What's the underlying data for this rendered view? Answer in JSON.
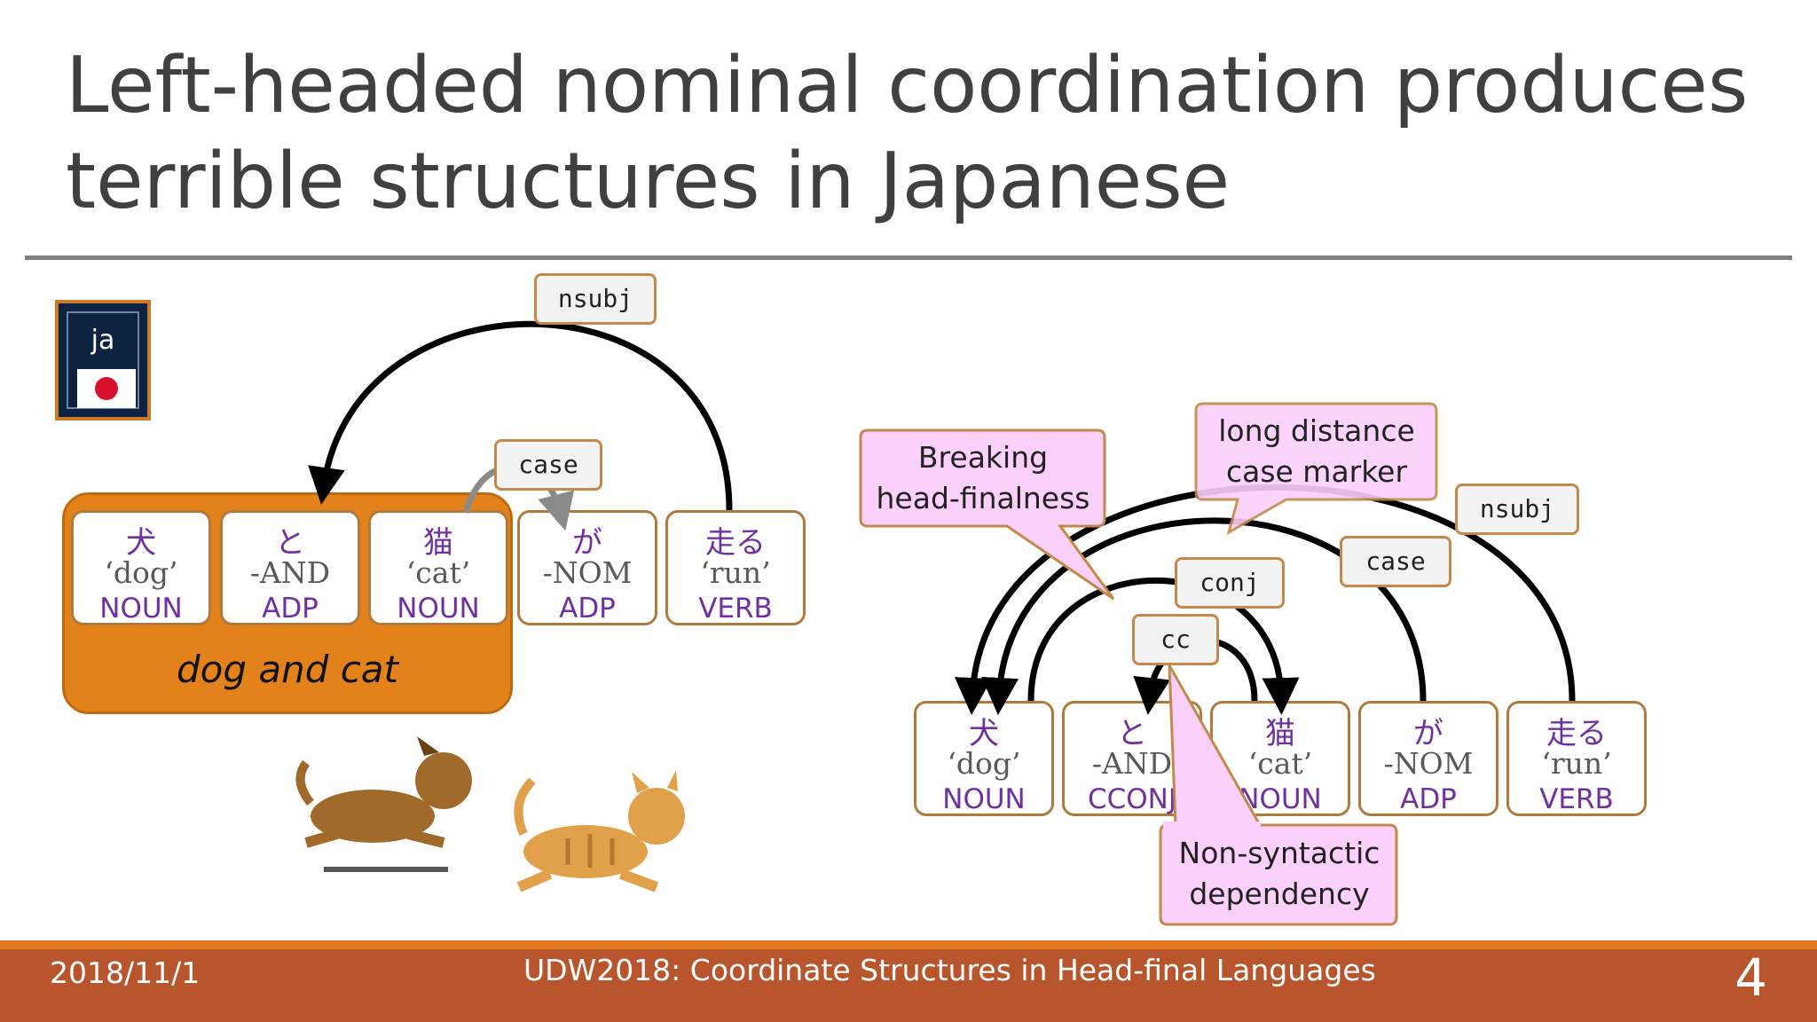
{
  "slide": {
    "title_line1": "Left-headed nominal coordination produces",
    "title_line2": "terrible structures in Japanese"
  },
  "badge": {
    "label": "ja",
    "flag": "japan-flag-icon"
  },
  "left_diagram": {
    "tokens": [
      {
        "ja": "犬",
        "gloss": "‘dog’",
        "pos": "NOUN"
      },
      {
        "ja": "と",
        "gloss": "-AND",
        "pos": "ADP"
      },
      {
        "ja": "猫",
        "gloss": "‘cat’",
        "pos": "NOUN"
      },
      {
        "ja": "が",
        "gloss": "-NOM",
        "pos": "ADP"
      },
      {
        "ja": "走る",
        "gloss": "‘run’",
        "pos": "VERB"
      }
    ],
    "group_caption": "dog and cat",
    "labels": {
      "nsubj": "nsubj",
      "case": "case"
    },
    "illustration": [
      "running-dog-icon",
      "running-cat-icon"
    ]
  },
  "right_diagram": {
    "tokens": [
      {
        "ja": "犬",
        "gloss": "‘dog’",
        "pos": "NOUN"
      },
      {
        "ja": "と",
        "gloss": "-AND",
        "pos": "CCONJ"
      },
      {
        "ja": "猫",
        "gloss": "‘cat’",
        "pos": "NOUN"
      },
      {
        "ja": "が",
        "gloss": "-NOM",
        "pos": "ADP"
      },
      {
        "ja": "走る",
        "gloss": "‘run’",
        "pos": "VERB"
      }
    ],
    "labels": {
      "nsubj": "nsubj",
      "case": "case",
      "conj": "conj",
      "cc": "cc"
    },
    "notes": {
      "breaking_line1": "Breaking",
      "breaking_line2": "head-finalness",
      "long_line1": "long distance",
      "long_line2": "case marker",
      "nonsyn_line1": "Non-syntactic",
      "nonsyn_line2": "dependency"
    }
  },
  "footer": {
    "date": "2018/11/1",
    "title": "UDW2018: Coordinate Structures in Head-final Languages",
    "page": "4"
  },
  "colors": {
    "accent_orange": "#e3821b",
    "pos_purple": "#7030a0",
    "callout_pink": "#fbd0fb",
    "footer": "#b9552c"
  }
}
